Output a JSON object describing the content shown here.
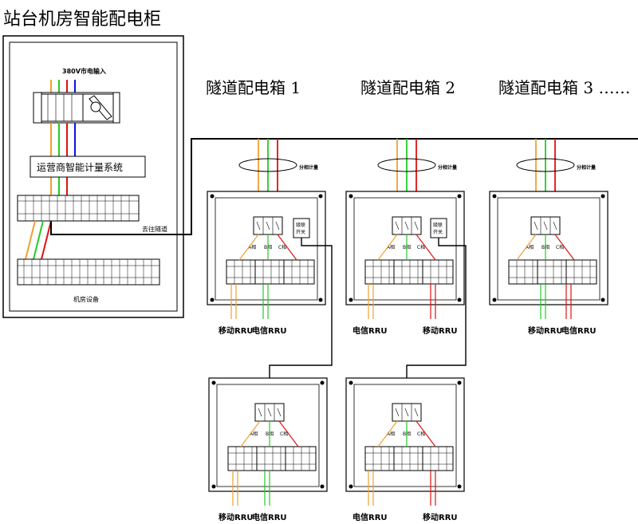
{
  "room_cabinet": {
    "title": "站台机房智能配电柜",
    "input_label": "380V市电输入",
    "metering_system": "运营商智能计量系统",
    "to_tunnel": "去往隧道",
    "equipment_label": "机房设备"
  },
  "tunnel_boxes": [
    {
      "title": "隧道配电箱  1"
    },
    {
      "title": "隧道配电箱  2"
    },
    {
      "title": "隧道配电箱  3 ……"
    }
  ],
  "common": {
    "phase_metering": "分相计量",
    "cascade_switch_line1": "级联",
    "cascade_switch_line2": "开关",
    "phase_a": "A相",
    "phase_b": "B相",
    "phase_c": "C相"
  },
  "outputs": {
    "box1_left": "移动RRU",
    "box1_right": "电信RRU",
    "box2_left": "电信RRU",
    "box2_right": "移动RRU",
    "box3_left": "移动RRU",
    "box3_right": "电信RRU",
    "box4_left": "移动RRU",
    "box4_right": "电信RRU",
    "box5_left": "电信RRU",
    "box5_right": "移动RRU"
  },
  "colors": {
    "phase_orange": "#f0a030",
    "phase_green": "#22cc22",
    "phase_red": "#e01010",
    "phase_blue": "#1010e0",
    "frame": "#000000"
  }
}
